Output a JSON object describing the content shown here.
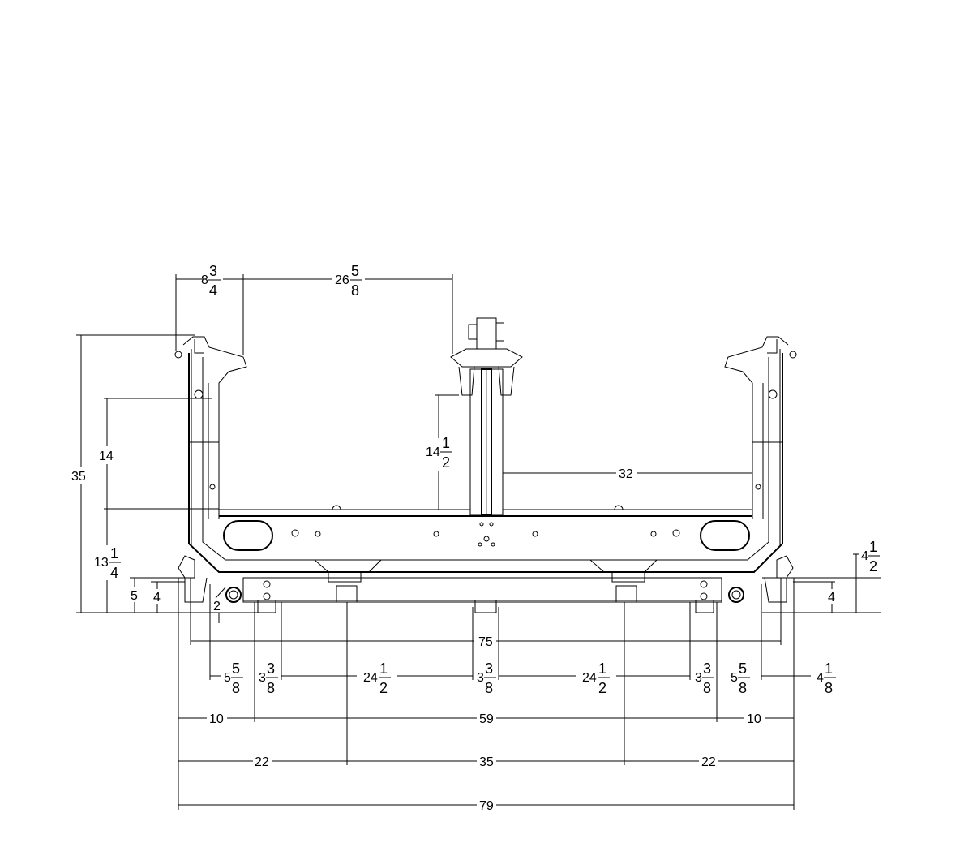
{
  "dimensions": {
    "top_left_width": {
      "whole": "8",
      "num": "3",
      "den": "4"
    },
    "top_center_offset": {
      "whole": "26",
      "num": "5",
      "den": "8"
    },
    "overall_height": "35",
    "inner_height": "14",
    "bottom_height": {
      "whole": "13",
      "num": "1",
      "den": "4"
    },
    "left_5": "5",
    "left_4": "4",
    "left_2": "2",
    "center_post": {
      "whole": "14",
      "num": "1",
      "den": "2"
    },
    "center_span": "32",
    "right_height": {
      "whole": "4",
      "num": "1",
      "den": "2"
    },
    "right_4": "4",
    "width_75": "75",
    "seg_a": {
      "whole": "5",
      "num": "5",
      "den": "8"
    },
    "seg_b": {
      "whole": "3",
      "num": "3",
      "den": "8"
    },
    "seg_c": {
      "whole": "24",
      "num": "1",
      "den": "2"
    },
    "seg_d": {
      "whole": "3",
      "num": "3",
      "den": "8"
    },
    "seg_e": {
      "whole": "24",
      "num": "1",
      "den": "2"
    },
    "seg_f": {
      "whole": "3",
      "num": "3",
      "den": "8"
    },
    "seg_g": {
      "whole": "5",
      "num": "5",
      "den": "8"
    },
    "seg_h": {
      "whole": "4",
      "num": "1",
      "den": "8"
    },
    "row10_left": "10",
    "row59": "59",
    "row10_right": "10",
    "row22_left": "22",
    "row35": "35",
    "row22_right": "22",
    "overall_width": "79"
  }
}
